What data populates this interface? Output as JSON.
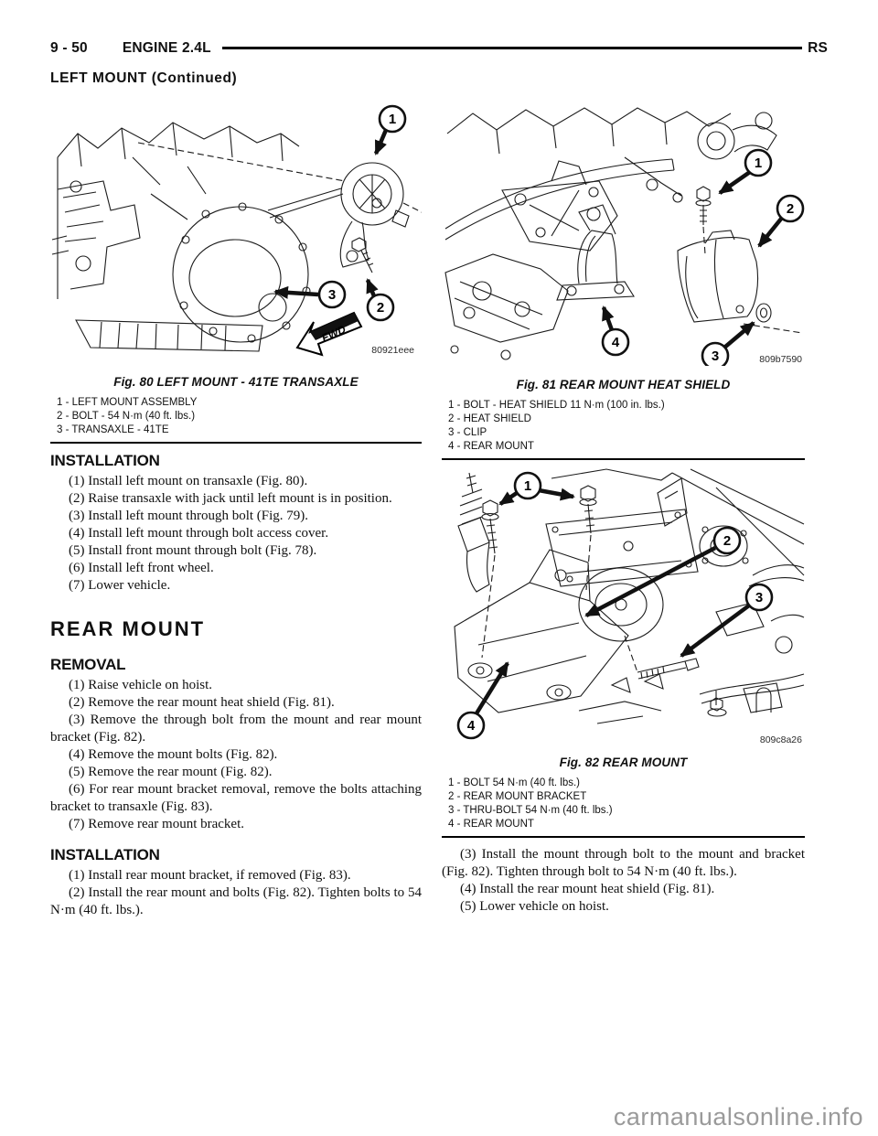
{
  "header": {
    "page_ref": "9 - 50",
    "title": "ENGINE 2.4L",
    "manual_code": "RS",
    "section_continued": "LEFT MOUNT (Continued)"
  },
  "figures": [
    {
      "caption": "Fig. 80 LEFT MOUNT - 41TE TRANSAXLE",
      "image_code": "80921eee",
      "fwd_label": "FWD",
      "callouts": [
        "1",
        "2",
        "3"
      ],
      "legend": [
        "1 - LEFT MOUNT ASSEMBLY",
        "2 - BOLT - 54 N·m (40 ft. lbs.)",
        "3 - TRANSAXLE - 41TE"
      ]
    },
    {
      "caption": "Fig. 81 REAR MOUNT HEAT SHIELD",
      "image_code": "809b7590",
      "callouts": [
        "1",
        "2",
        "3",
        "4"
      ],
      "legend": [
        "1 - BOLT - HEAT SHIELD 11 N·m (100 in. lbs.)",
        "2 - HEAT SHIELD",
        "3 - CLIP",
        "4 - REAR MOUNT"
      ]
    },
    {
      "caption": "Fig. 82 REAR MOUNT",
      "image_code": "809c8a26",
      "callouts": [
        "1",
        "2",
        "3",
        "4"
      ],
      "legend": [
        "1 - BOLT 54 N·m (40 ft. lbs.)",
        "2 - REAR MOUNT BRACKET",
        "3 - THRU-BOLT 54 N·m (40 ft. lbs.)",
        "4 - REAR MOUNT"
      ]
    }
  ],
  "left_column": {
    "installation": {
      "heading": "INSTALLATION",
      "steps": [
        "(1) Install left mount on transaxle (Fig. 80).",
        "(2) Raise transaxle with jack until left mount is in position.",
        "(3) Install left mount through bolt (Fig. 79).",
        "(4) Install left mount through bolt access cover.",
        "(5) Install front mount through bolt (Fig. 78).",
        "(6) Install left front wheel.",
        "(7) Lower vehicle."
      ]
    },
    "rear_mount_title": "REAR MOUNT",
    "removal": {
      "heading": "REMOVAL",
      "steps": [
        "(1) Raise vehicle on hoist.",
        "(2) Remove the rear mount heat shield (Fig. 81).",
        "(3) Remove the through bolt from the mount and rear mount bracket (Fig. 82).",
        "(4) Remove the mount bolts (Fig. 82).",
        "(5) Remove the rear mount (Fig. 82).",
        "(6) For rear mount bracket removal, remove the bolts attaching bracket to transaxle (Fig. 83).",
        "(7) Remove rear mount bracket."
      ]
    },
    "installation_rear": {
      "heading": "INSTALLATION",
      "steps": [
        "(1) Install rear mount bracket, if removed (Fig. 83).",
        "(2) Install the rear mount and bolts (Fig. 82). Tighten bolts to 54 N·m (40 ft. lbs.)."
      ]
    }
  },
  "right_column": {
    "installation_rear_cont_steps": [
      "(3) Install the mount through bolt to the mount and bracket (Fig. 82). Tighten through bolt to 54 N·m (40 ft. lbs.).",
      "(4) Install the rear mount heat shield (Fig. 81).",
      "(5) Lower vehicle on hoist."
    ]
  },
  "watermark": "carmanualsonline.info"
}
